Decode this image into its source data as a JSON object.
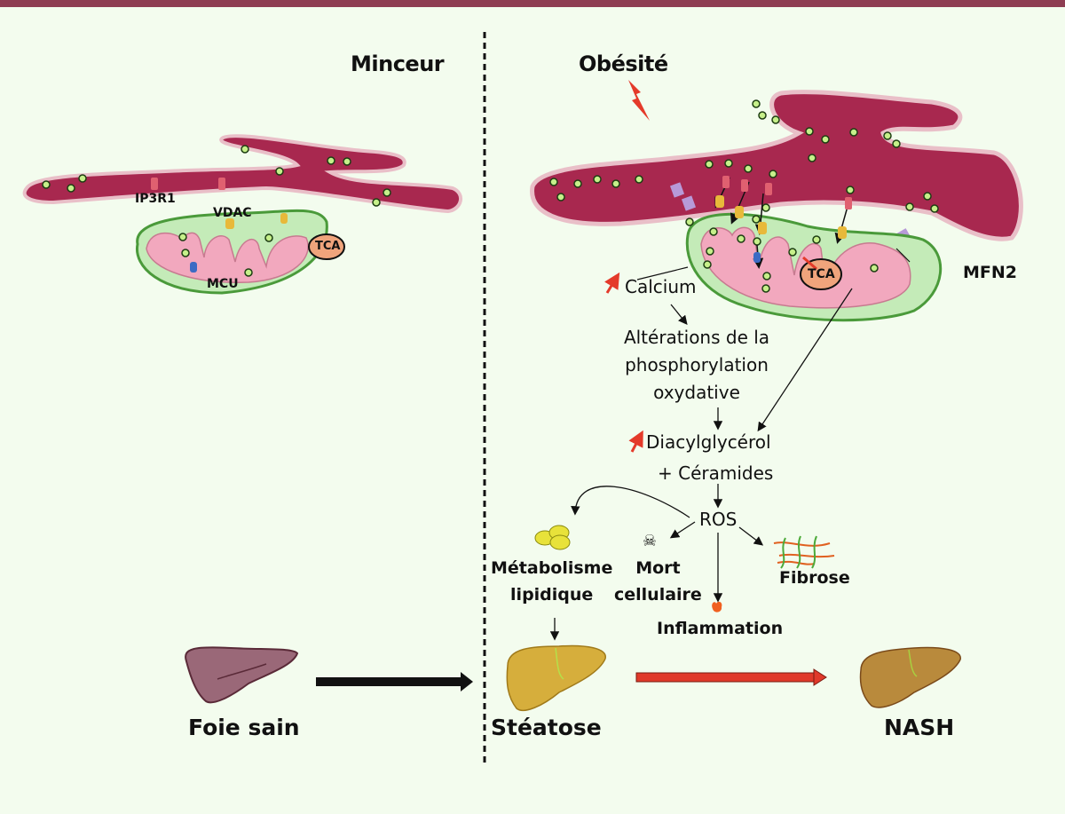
{
  "panels": {
    "left": {
      "title": "Minceur"
    },
    "right": {
      "title": "Obésité"
    }
  },
  "left_labels": {
    "ip3r1": "IP3R1",
    "vdac": "VDAC",
    "mcu": "MCU",
    "tca": "TCA"
  },
  "right_labels": {
    "tca": "TCA",
    "mfn2": "MFN2"
  },
  "pathway": {
    "calcium": "Calcium",
    "oxphos_lines": [
      "Altérations de la",
      "phosphorylation",
      "oxydative"
    ],
    "dag": "Diacylglycérol",
    "ceramides": "+ Céramides",
    "ros": "ROS"
  },
  "outcomes": {
    "lipid_metabolism": [
      "Métabolisme",
      "lipidique"
    ],
    "cell_death": [
      "Mort",
      "cellulaire"
    ],
    "inflammation": "Inflammation",
    "fibrosis": "Fibrose"
  },
  "livers": {
    "healthy": "Foie sain",
    "steatosis": "Stéatose",
    "nash": "NASH"
  },
  "colors": {
    "background": "#f3fcee",
    "top_bar": "#8e3d52",
    "er": "#a8284f",
    "mito_outer": "#c4ebb8",
    "mito_inner": "#f2a8be",
    "calcium_dot": "#c6f08a",
    "tca": "#f0a47c",
    "increase_arrow": "#e43a2a",
    "progression_arrow": "#e0392a",
    "vdac": "#e8b93a",
    "mcu": "#3c6bc4",
    "mfn2": "#b79ad8",
    "healthy_liver": "#9a6878",
    "steatosis_liver": "#d6ae3c",
    "nash_liver": "#b98a3c"
  }
}
